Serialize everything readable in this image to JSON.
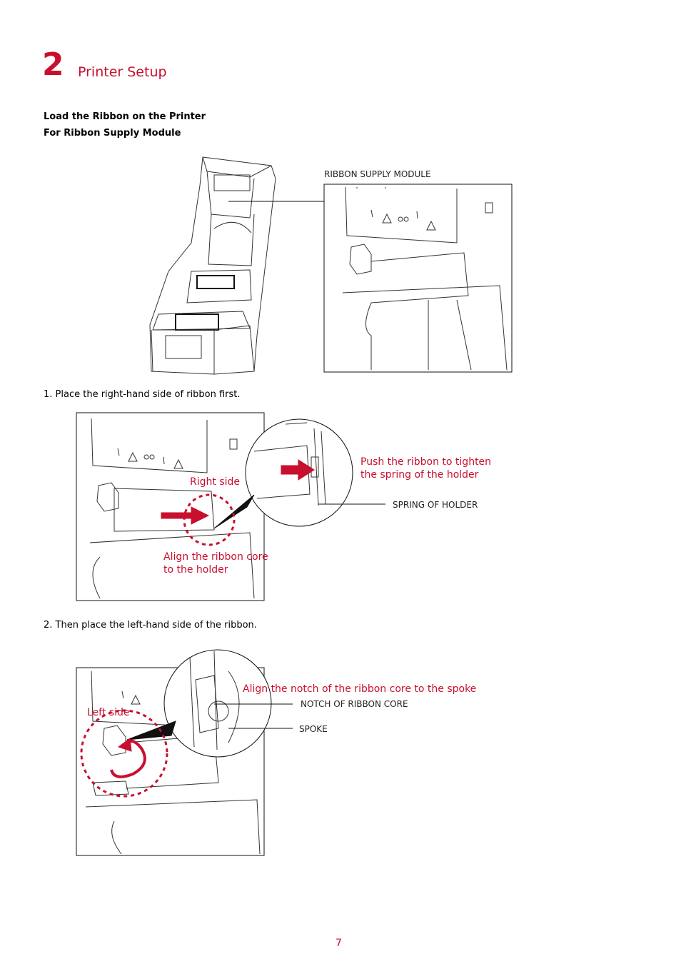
{
  "chapter": {
    "number": "2",
    "title": "Printer Setup"
  },
  "section": {
    "heading": "Load the Ribbon on the Printer",
    "subheading": "For Ribbon Supply Module"
  },
  "figure1": {
    "callout": "RIBBON SUPPLY MODULE"
  },
  "step1": {
    "text": "1.   Place the right-hand side of ribbon first.",
    "push_note_line1": "Push the ribbon to tighten",
    "push_note_line2": "the spring of the holder",
    "spring_label": "SPRING OF HOLDER",
    "right_side_label": "Right side",
    "align_line1": "Align the ribbon core",
    "align_line2": "to the holder"
  },
  "step2": {
    "text": "2.   Then place the left-hand side of the ribbon.",
    "notch_note": "Align the notch of the ribbon core to the spoke",
    "notch_label": "NOTCH OF RIBBON CORE",
    "spoke_label": "SPOKE",
    "left_side_label": "Left side"
  },
  "footer": {
    "page_number": "7"
  },
  "colors": {
    "accent": "#c8102e",
    "line": "#333333"
  }
}
